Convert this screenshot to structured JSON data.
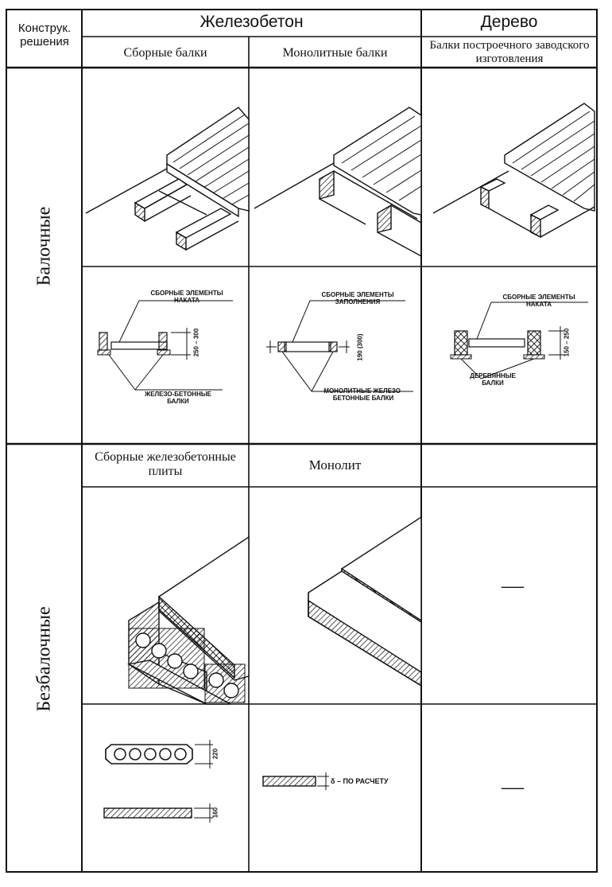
{
  "header": {
    "corner": "Конструк. решения",
    "col_group_1": "Железобетон",
    "col_group_2": "Дерево",
    "sub_1": "Сборные балки",
    "sub_2": "Монолитные балки",
    "sub_3": "Балки построечного заводского изготовления"
  },
  "row_beam": {
    "label": "Балочные",
    "sec1": {
      "top_label": "СБОРНЫЕ ЭЛЕМЕНТЫ НАКАТА",
      "bottom_label": "ЖЕЛЕЗО-БЕТОННЫЕ БАЛКИ",
      "dim": "250 – 300"
    },
    "sec2": {
      "top_label": "СБОРНЫЕ ЭЛЕМЕНТЫ ЗАПОЛНЕНИЯ",
      "bottom_label": "МОНОЛИТНЫЕ ЖЕЛЕЗО-БЕТОННЫЕ БАЛКИ",
      "dim": "190 (300)"
    },
    "sec3": {
      "top_label": "СБОРНЫЕ ЭЛЕМЕНТЫ НАКАТА",
      "bottom_label": "ДЕРЕВЯННЫЕ БАЛКИ",
      "dim": "150 – 250"
    }
  },
  "row_beamless": {
    "label": "Безбалочные",
    "sub_1": "Сборные железобетонные плиты",
    "sub_2": "Монолит",
    "sub_3": "",
    "dash": "—",
    "dim_hollow": "220",
    "dim_solid": "160",
    "mono_note": "δ – ПО РАСЧЕТУ"
  }
}
